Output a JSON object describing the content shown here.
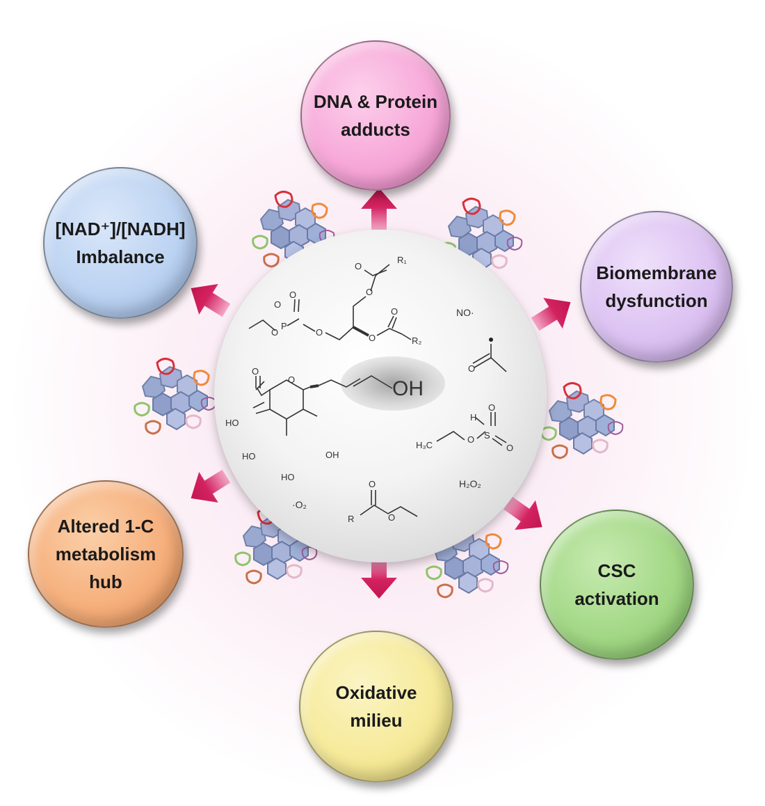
{
  "center_molecule": {
    "formula": "OH"
  },
  "species": {
    "nitric_oxide": "NO·",
    "superoxide": "·O₂",
    "hydrogen_peroxide": "H₂O₂",
    "methyl": "H₃C",
    "h": "H",
    "s": "S",
    "p": "P",
    "r": "R",
    "r1": "R₁",
    "r2": "R₂",
    "ho": "HO",
    "oh": "OH",
    "o": "O"
  },
  "nodes": [
    {
      "id": "dna",
      "lines": [
        "DNA & Protein",
        "adducts"
      ],
      "color": "#f7a8d8"
    },
    {
      "id": "nad",
      "lines": [
        "[NAD⁺]/[NADH]",
        "Imbalance"
      ],
      "color": "#bcd3f2"
    },
    {
      "id": "biomembrane",
      "lines": [
        "Biomembrane",
        "dysfunction"
      ],
      "color": "#dcc2f2"
    },
    {
      "id": "onec",
      "lines": [
        "Altered 1-C",
        "metabolism",
        "hub"
      ],
      "color": "#f6b07d"
    },
    {
      "id": "csc",
      "lines": [
        "CSC",
        "activation"
      ],
      "color": "#a3d886"
    },
    {
      "id": "oxidative",
      "lines": [
        "Oxidative",
        "milieu"
      ],
      "color": "#f6ea9a"
    }
  ],
  "colors": {
    "arrow": "#d2225f",
    "arrow_light": "#f3a6c6",
    "core_shadow": "#bdbdbd"
  },
  "icons": [
    "cell-cluster-icon"
  ]
}
